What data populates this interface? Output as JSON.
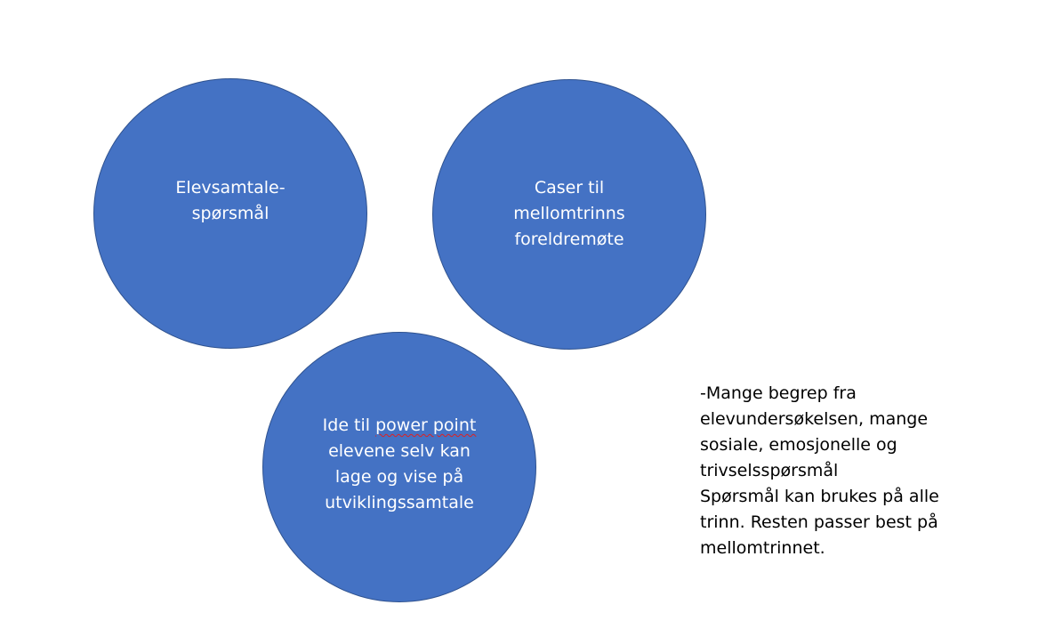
{
  "circles": [
    {
      "lines": [
        "Elevsamtale-",
        "spørsmål"
      ]
    },
    {
      "lines": [
        "Caser til",
        "mellomtrinns",
        "foreldremøte"
      ]
    },
    {
      "line1_prefix": "Ide til ",
      "line1_link": "power point",
      "lines_rest": [
        "elevene selv kan",
        "lage og vise på",
        "utviklingssamtale"
      ]
    }
  ],
  "note": {
    "lines": [
      "-Mange begrep fra",
      "elevundersøkelsen, mange",
      "sosiale, emosjonelle og",
      "trivselsspørsmål",
      "Spørsmål kan brukes på alle",
      "trinn. Resten passer best på",
      "mellomtrinnet."
    ]
  },
  "colors": {
    "circle_fill": "#4472c4",
    "circle_border": "#2f528f",
    "circle_text": "#ffffff",
    "note_text": "#000000",
    "spellcheck_underline": "#e02020"
  }
}
